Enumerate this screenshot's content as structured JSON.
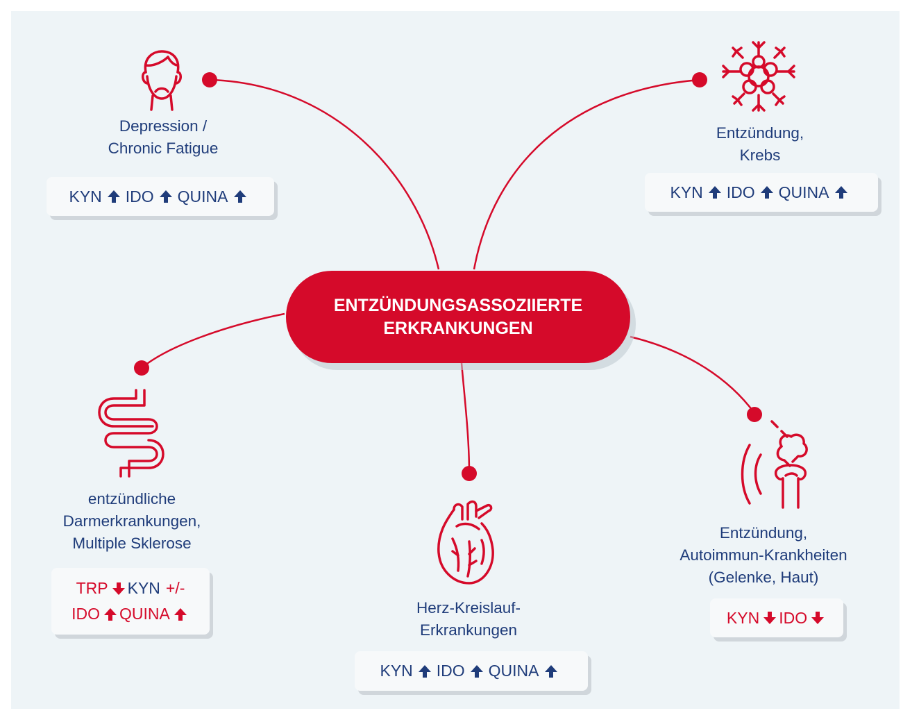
{
  "colors": {
    "accent": "#d50a2a",
    "text": "#1f3c7a",
    "background": "#eef4f7"
  },
  "center": {
    "line1": "ENTZÜNDUNGSASSOZIIERTE",
    "line2": "ERKRANKUNGEN"
  },
  "nodes": {
    "depression": {
      "icon": "face-icon",
      "label_line1": "Depression /",
      "label_line2": "Chronic Fatigue",
      "markers": [
        "KYN",
        "IDO",
        "QUINA"
      ],
      "arrows": [
        "up",
        "up",
        "up"
      ]
    },
    "krebs": {
      "icon": "tumor-cells-icon",
      "label_line1": "Entzündung,",
      "label_line2": "Krebs",
      "markers": [
        "KYN",
        "IDO",
        "QUINA"
      ],
      "arrows": [
        "up",
        "up",
        "up"
      ]
    },
    "darm": {
      "icon": "intestine-icon",
      "label_line1": "entzündliche",
      "label_line2": "Darmerkrankungen,",
      "label_line3": "Multiple Sklerose",
      "row1": {
        "trp": "TRP",
        "kyn": "KYN",
        "plusminus": "+/-"
      },
      "row2": {
        "ido": "IDO",
        "quina": "QUINA"
      }
    },
    "herz": {
      "icon": "heart-icon",
      "label_line1": "Herz-Kreislauf-",
      "label_line2": "Erkrankungen",
      "markers": [
        "KYN",
        "IDO",
        "QUINA"
      ],
      "arrows": [
        "up",
        "up",
        "up"
      ]
    },
    "auto": {
      "icon": "joint-icon",
      "label_line1": "Entzündung,",
      "label_line2": "Autoimmun-Krankheiten",
      "label_line3": "(Gelenke, Haut)",
      "markers": [
        "KYN",
        "IDO"
      ],
      "arrows": [
        "down",
        "down"
      ]
    }
  }
}
